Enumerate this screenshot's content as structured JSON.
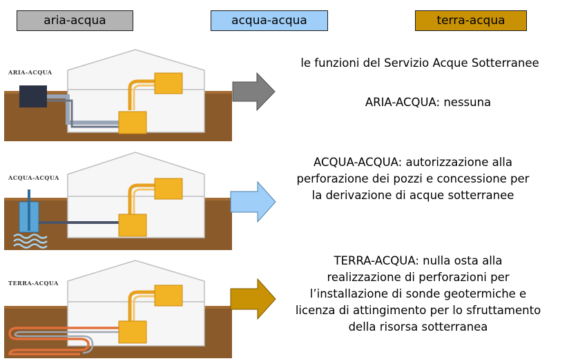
{
  "legend": [
    {
      "label": "aria-acqua",
      "color": "#b3b3b3"
    },
    {
      "label": "acqua-acqua",
      "color": "#9fcff8"
    },
    {
      "label": "terra-acqua",
      "color": "#c99205"
    }
  ],
  "panels": [
    {
      "label": "ARIA-ACQUA"
    },
    {
      "label": "ACQUA-ACQUA"
    },
    {
      "label": "TERRA-ACQUA"
    }
  ],
  "heading": "le funzioni del Servizio Acque Sotterranee",
  "descriptions": {
    "aria": "ARIA-ACQUA: nessuna",
    "acqua": [
      "ACQUA-ACQUA: autorizzazione alla",
      "perforazione dei pozzi e concessione per",
      "la derivazione di acque sotterranee"
    ],
    "terra": [
      "TERRA-ACQUA: nulla osta alla",
      "realizzazione di perforazioni per",
      "l’installazione di sonde geotermiche e",
      "licenza di attingimento per lo sfruttamento",
      "della risorsa sotterranea"
    ]
  },
  "colors": {
    "ground": "#8b5a2b",
    "house_wall": "#f6f6f6",
    "unit": "#f2b324",
    "pipe_hot": "#e8a020",
    "pipe_cold": "#9aa6b8",
    "grey_arrow": "#7f7f7f",
    "blue_arrow": "#9fcff8",
    "gold_arrow": "#c99205"
  }
}
